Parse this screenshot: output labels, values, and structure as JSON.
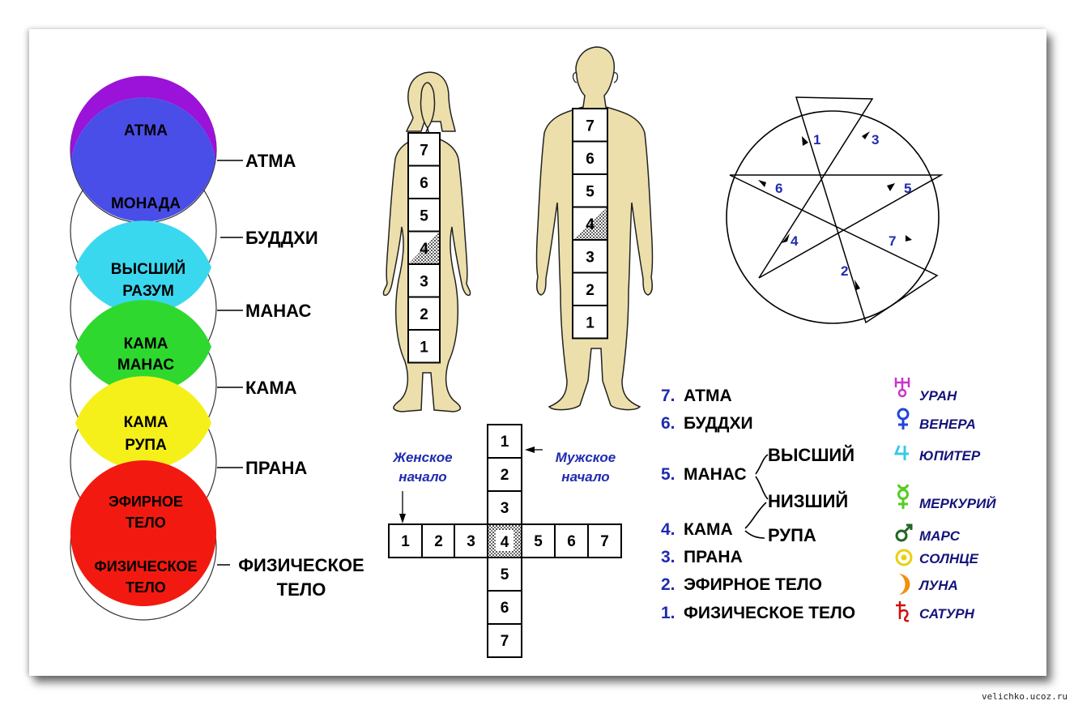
{
  "colors": {
    "atma": "#9b12d8",
    "monada": "#4a4ee8",
    "higher_mind": "#3ad8ef",
    "kama_manas": "#2fd82f",
    "kama_rupa": "#f6f01a",
    "etheric": "#f58a1a",
    "physical": "#f21a10",
    "skin": "#ecdfab",
    "label_blue": "#1f2bb0",
    "planet_magenta": "#cc33cc",
    "planet_blue": "#2244dd",
    "planet_cyan": "#39c8e8",
    "planet_green": "#55cc22",
    "planet_darkgreen": "#226622",
    "planet_yellow": "#e8d010",
    "planet_orange": "#f09010",
    "planet_red": "#cc1111"
  },
  "spheres": {
    "circles": [
      "АТМА",
      "МОНАДА",
      "ВЫСШИЙ РАЗУМ",
      "КАМА МАНАС",
      "КАМА РУПА",
      "ЭФИРНОЕ ТЕЛО",
      "ФИЗИЧЕСКОЕ ТЕЛО"
    ],
    "circle_lines": [
      [
        "АТМА"
      ],
      [
        "МОНАДА"
      ],
      [
        "ВЫСШИЙ",
        "РАЗУМ"
      ],
      [
        "КАМА",
        "МАНАС"
      ],
      [
        "КАМА",
        "РУПА"
      ],
      [
        "ЭФИРНОЕ",
        "ТЕЛО"
      ],
      [
        "ФИЗИЧЕСКОЕ",
        "ТЕЛО"
      ]
    ],
    "side_labels": [
      "АТМА",
      "БУДДХИ",
      "МАНАС",
      "КАМА",
      "ПРАНА"
    ],
    "physical_label": [
      "ФИЗИЧЕСКОЕ",
      "ТЕЛО"
    ]
  },
  "figures": {
    "female_boxes": [
      "7",
      "6",
      "5",
      "4",
      "3",
      "2",
      "1"
    ],
    "male_boxes": [
      "7",
      "6",
      "5",
      "4",
      "3",
      "2",
      "1"
    ]
  },
  "cross": {
    "vertical": [
      "1",
      "2",
      "3",
      "4",
      "5",
      "6",
      "7"
    ],
    "horizontal": [
      "1",
      "2",
      "3",
      "4",
      "5",
      "6",
      "7"
    ],
    "female_label": [
      "Женское",
      "начало"
    ],
    "male_label": [
      "Мужское",
      "начало"
    ]
  },
  "star": {
    "numbers": [
      "1",
      "3",
      "6",
      "5",
      "4",
      "7",
      "2"
    ]
  },
  "principles": {
    "items": [
      {
        "num": "7.",
        "name": "АТМА"
      },
      {
        "num": "6.",
        "name": "БУДДХИ"
      },
      {
        "num": "5.",
        "name": "МАНАС"
      },
      {
        "num": "4.",
        "name": "КАМА"
      },
      {
        "num": "3.",
        "name": "ПРАНА"
      },
      {
        "num": "2.",
        "name": "ЭФИРНОЕ ТЕЛО"
      },
      {
        "num": "1.",
        "name": "ФИЗИЧЕСКОЕ ТЕЛО"
      }
    ],
    "manas_higher": "ВЫСШИЙ",
    "manas_lower": "НИЗШИЙ",
    "kama_rupa": "РУПА"
  },
  "planets": [
    {
      "name": "УРАН",
      "icon": "uranus-icon"
    },
    {
      "name": "ВЕНЕРА",
      "icon": "venus-icon"
    },
    {
      "name": "ЮПИТЕР",
      "icon": "jupiter-icon"
    },
    {
      "name": "МЕРКУРИЙ",
      "icon": "mercury-icon"
    },
    {
      "name": "МАРС",
      "icon": "mars-icon"
    },
    {
      "name": "СОЛНЦЕ",
      "icon": "sun-icon"
    },
    {
      "name": "ЛУНА",
      "icon": "moon-icon"
    },
    {
      "name": "САТУРН",
      "icon": "saturn-icon"
    }
  ],
  "watermark": "velichko.ucoz.ru"
}
